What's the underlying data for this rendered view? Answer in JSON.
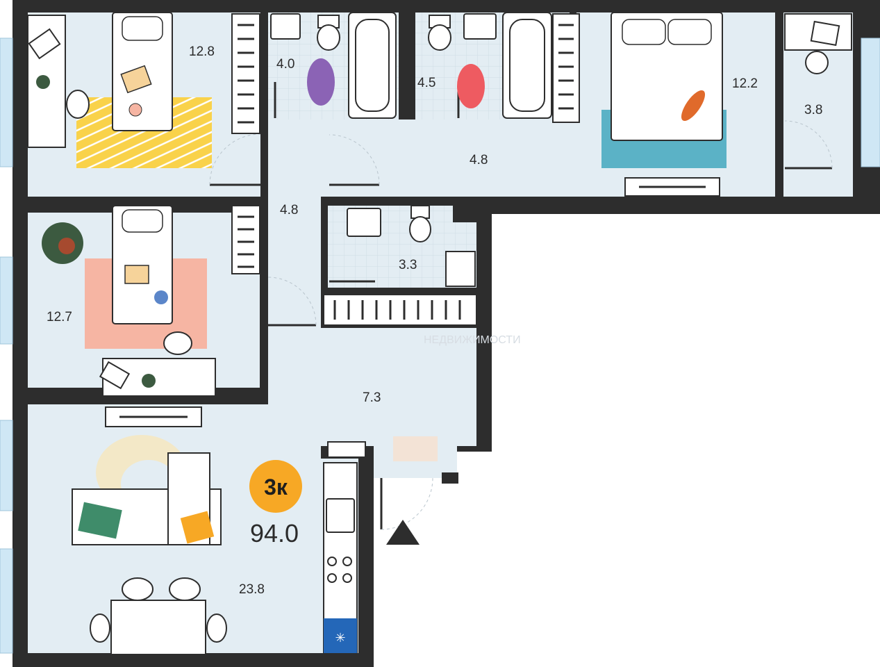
{
  "plan": {
    "rooms_label": "3к",
    "total_area": "94.0",
    "watermark": "НЕДВИЖИМОСТИ",
    "room_areas": {
      "bedroom_top_left": "12.8",
      "bathroom_1": "4.0",
      "bathroom_2": "4.5",
      "bedroom_master": "12.2",
      "dressing_room": "3.8",
      "corridor_top": "4.8",
      "corridor_mid": "4.8",
      "bathroom_3": "3.3",
      "bedroom_kids": "12.7",
      "hall": "7.3",
      "living_kitchen": "23.8"
    },
    "colors": {
      "wall": "#2d2d2d",
      "floor": "#e3edf3",
      "tile_grid": "#cfdde6",
      "window": "#cfe7f5",
      "badge": "#f7a825",
      "rug_yellow": "#f9d24a",
      "rug_pink": "#f6b5a3",
      "rug_teal": "#5bb2c6",
      "plant": "#3c5a40",
      "fridge": "#2467b8"
    },
    "icons": [
      "plant-icon",
      "laptop-icon",
      "bed-icon",
      "bathtub-icon",
      "toilet-icon",
      "sink-icon",
      "sofa-icon",
      "chair-icon",
      "entrance-arrow-icon",
      "snowflake-icon"
    ]
  }
}
